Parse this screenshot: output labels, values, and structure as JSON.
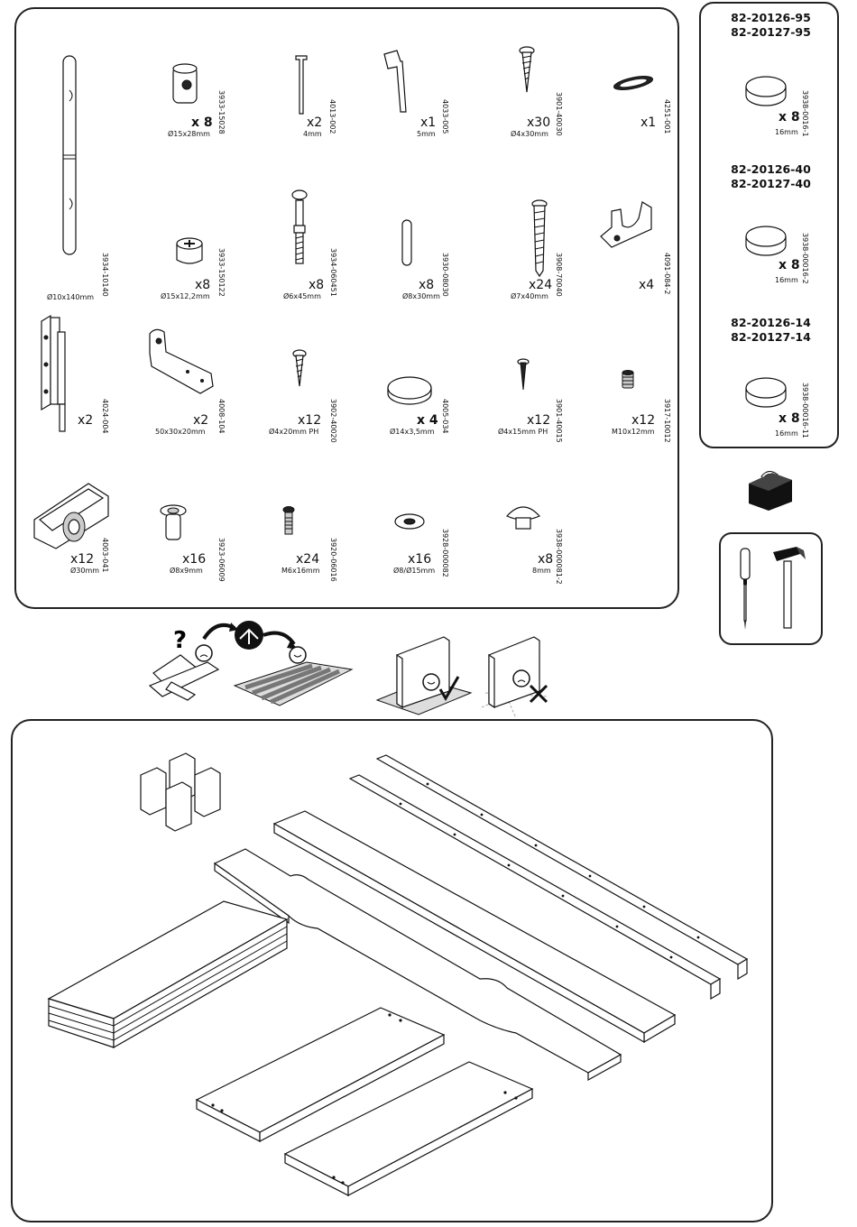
{
  "hardware": [
    {
      "qty": "",
      "dim": "Ø10x140mm",
      "code": "3934-10140",
      "icon": "dowel-rod-icon"
    },
    {
      "qty": "x 8",
      "dim": "Ø15x28mm",
      "code": "3933-15028",
      "icon": "barrel-nut-icon"
    },
    {
      "qty": "x2",
      "dim": "4mm",
      "code": "4013-002",
      "icon": "allen-key-small-icon"
    },
    {
      "qty": "x1",
      "dim": "5mm",
      "code": "4033-005",
      "icon": "allen-key-large-icon"
    },
    {
      "qty": "x30",
      "dim": "Ø4x30mm",
      "code": "3901-40030",
      "icon": "wood-screw-icon"
    },
    {
      "qty": "x1",
      "dim": "",
      "code": "4251-001",
      "icon": "badge-icon"
    },
    {
      "qty": "x8",
      "dim": "Ø15x12,2mm",
      "code": "3933-150122",
      "icon": "cam-lock-icon"
    },
    {
      "qty": "x8",
      "dim": "Ø6x45mm",
      "code": "3934-060451",
      "icon": "cam-bolt-icon"
    },
    {
      "qty": "x8",
      "dim": "Ø8x30mm",
      "code": "3930-08030",
      "icon": "wood-dowel-icon"
    },
    {
      "qty": "x24",
      "dim": "Ø7x40mm",
      "code": "3908-70040",
      "icon": "long-screw-icon"
    },
    {
      "qty": "x4",
      "dim": "",
      "code": "4091-084-2",
      "icon": "u-bracket-icon"
    },
    {
      "qty": "x2",
      "dim": "",
      "code": "4024-004",
      "icon": "hinge-icon"
    },
    {
      "qty": "x2",
      "dim": "50x30x20mm",
      "code": "4008-104",
      "icon": "l-bracket-icon"
    },
    {
      "qty": "x12",
      "dim": "Ø4x20mm PH",
      "code": "3902-40020",
      "icon": "ph-screw-icon"
    },
    {
      "qty": "x 4",
      "dim": "Ø14x3,5mm",
      "code": "4005-034",
      "icon": "felt-pad-icon"
    },
    {
      "qty": "x12",
      "dim": "Ø4x15mm PH",
      "code": "3901-40015",
      "icon": "short-screw-icon"
    },
    {
      "qty": "x12",
      "dim": "M10x12mm",
      "code": "3917-10012",
      "icon": "threaded-insert-icon"
    },
    {
      "qty": "x12",
      "dim": "Ø30mm",
      "code": "4003-041",
      "icon": "castor-wheel-icon"
    },
    {
      "qty": "x16",
      "dim": "Ø8x9mm",
      "code": "3923-06009",
      "icon": "sleeve-nut-icon"
    },
    {
      "qty": "x24",
      "dim": "M6x16mm",
      "code": "3920-06016",
      "icon": "machine-screw-icon"
    },
    {
      "qty": "x16",
      "dim": "Ø8/Ø15mm",
      "code": "3928-000082",
      "icon": "washer-icon"
    },
    {
      "qty": "x8",
      "dim": "8mm",
      "code": "3938-000081-2",
      "icon": "cover-cap-icon"
    }
  ],
  "caps": [
    {
      "models": [
        "82-20126-95",
        "82-20127-95"
      ],
      "qty": "x 8",
      "code": "3938-0016-1",
      "dim": "16mm"
    },
    {
      "models": [
        "82-20126-40",
        "82-20127-40"
      ],
      "qty": "x 8",
      "code": "3938-00016-2",
      "dim": "16mm"
    },
    {
      "models": [
        "82-20126-14",
        "82-20127-14"
      ],
      "qty": "x 8",
      "code": "3938-00016-11",
      "dim": "16mm"
    }
  ],
  "tools": {
    "box": "toolbox-icon",
    "items": [
      "screwdriver-icon",
      "hammer-icon"
    ]
  },
  "instructions": [
    "read-manual-icon",
    "assemble-on-floor-icon"
  ]
}
